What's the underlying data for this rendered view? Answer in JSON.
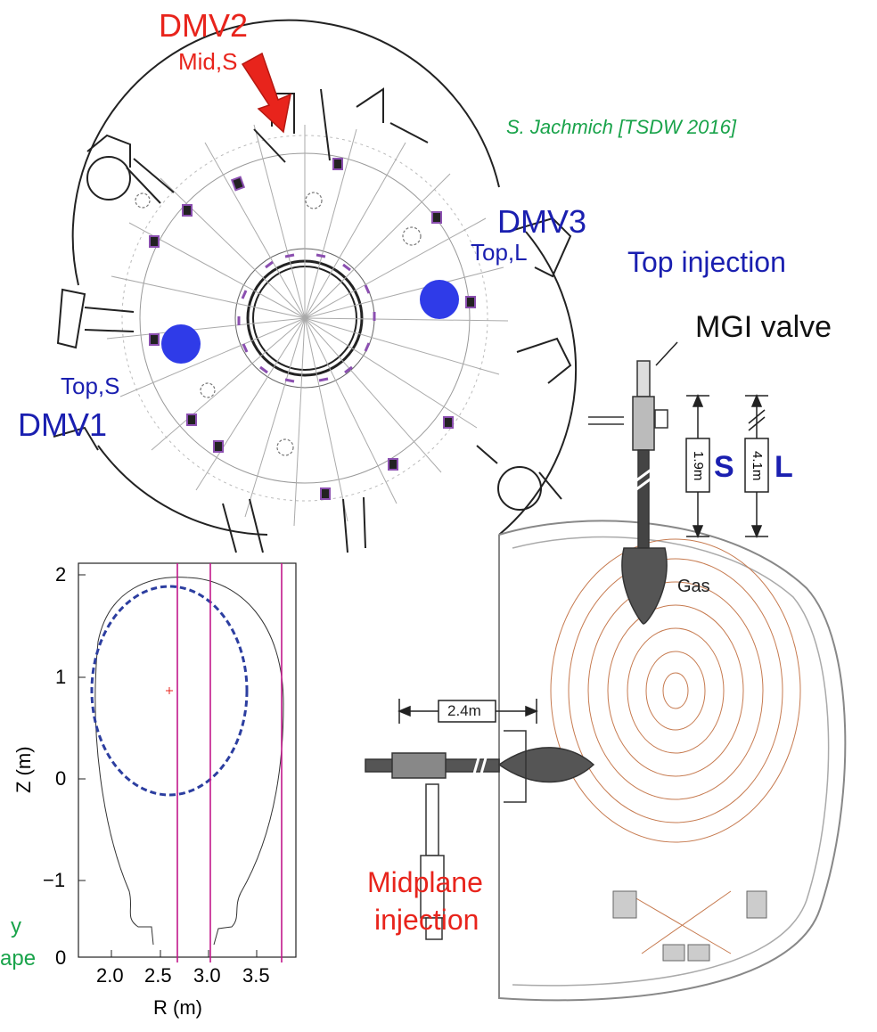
{
  "labels": {
    "dmv2": "DMV2",
    "mid_s": "Mid,S",
    "credit": "S. Jachmich [TSDW 2016]",
    "dmv3": "DMV3",
    "top_l": "Top,L",
    "top_injection": "Top injection",
    "mgi_valve": "MGI valve",
    "top_s": "Top,S",
    "dmv1": "DMV1",
    "len_s": "1.9m",
    "len_l": "4.1m",
    "s": "S",
    "l": "L",
    "gas": "Gas",
    "len_mid": "2.4m",
    "midplane_1": "Midplane",
    "midplane_2": "injection",
    "left_cut_1": "y",
    "left_cut_2": "ape"
  },
  "plot": {
    "xlabel": "R (m)",
    "ylabel": "Z (m)",
    "xticks": [
      "2.0",
      "2.5",
      "3.0",
      "3.5"
    ],
    "yticks": [
      "2",
      "1",
      "0",
      "−1",
      "0"
    ]
  },
  "colors": {
    "red": "#e8241c",
    "blue": "#1a1fb0",
    "green": "#19a34a",
    "magenta": "#c2188a",
    "disk": "#2f3be8",
    "dashed": "#2c3ea0",
    "flux": "#c67a4f",
    "purple_port": "#8b4fb0"
  },
  "icons": [
    "down-arrow-icon",
    "injection-disk-icon"
  ]
}
